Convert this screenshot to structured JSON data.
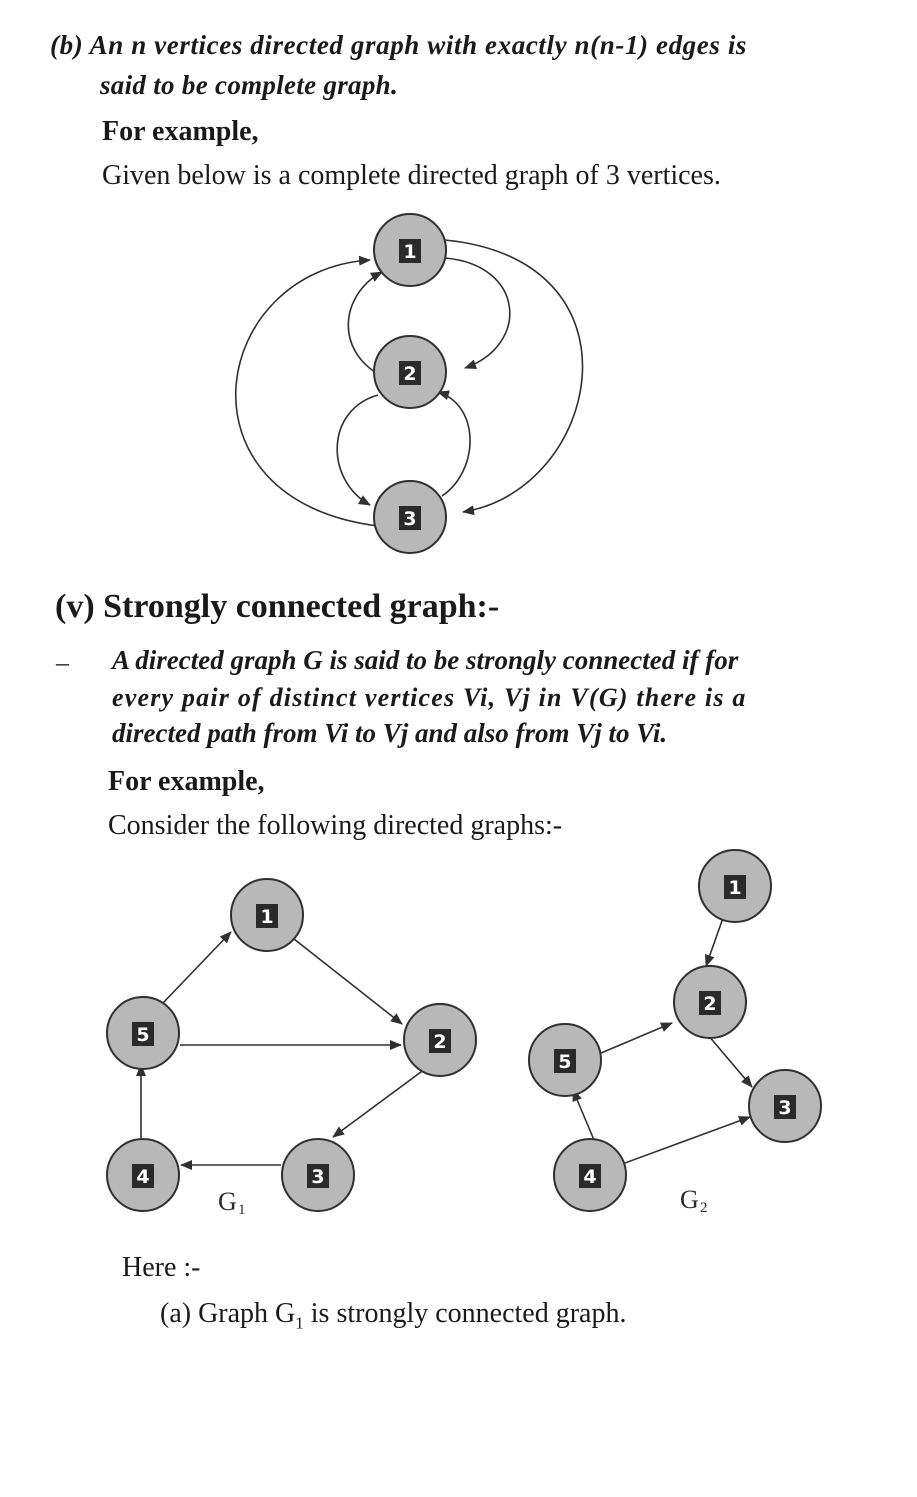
{
  "section_b": {
    "line1": "(b) An n vertices directed graph with exactly n(n-1) edges is",
    "line2": "said to be complete graph.",
    "for_example": "For example,",
    "given": "Given below is a complete directed  graph of 3 vertices."
  },
  "complete_graph": {
    "nodes": [
      {
        "id": "1",
        "label": "1"
      },
      {
        "id": "2",
        "label": "2"
      },
      {
        "id": "3",
        "label": "3"
      }
    ],
    "edges": [
      {
        "from": "1",
        "to": "2"
      },
      {
        "from": "2",
        "to": "1"
      },
      {
        "from": "2",
        "to": "3"
      },
      {
        "from": "3",
        "to": "2"
      },
      {
        "from": "1",
        "to": "3"
      },
      {
        "from": "3",
        "to": "1"
      }
    ]
  },
  "section_v": {
    "title": "(v) Strongly connected graph:-",
    "dash": "–",
    "def_line1": "A directed graph G is said to be strongly connected if for",
    "def_line2": "every pair of distinct vertices Vi, Vj in V(G) there is a",
    "def_line3": "directed path from Vi to Vj and also from Vj to Vi.",
    "for_example": "For example,",
    "consider": "Consider the following directed graphs:-"
  },
  "graph_g1": {
    "label": "G",
    "label_sub": "1",
    "nodes": [
      {
        "id": "1",
        "label": "1"
      },
      {
        "id": "2",
        "label": "2"
      },
      {
        "id": "3",
        "label": "3"
      },
      {
        "id": "4",
        "label": "4"
      },
      {
        "id": "5",
        "label": "5"
      }
    ],
    "edges": [
      {
        "from": "5",
        "to": "1"
      },
      {
        "from": "1",
        "to": "2"
      },
      {
        "from": "5",
        "to": "2"
      },
      {
        "from": "2",
        "to": "3"
      },
      {
        "from": "3",
        "to": "4"
      },
      {
        "from": "4",
        "to": "5"
      }
    ]
  },
  "graph_g2": {
    "label": "G",
    "label_sub": "2",
    "nodes": [
      {
        "id": "1",
        "label": "1"
      },
      {
        "id": "2",
        "label": "2"
      },
      {
        "id": "3",
        "label": "3"
      },
      {
        "id": "4",
        "label": "4"
      },
      {
        "id": "5",
        "label": "5"
      }
    ],
    "edges": [
      {
        "from": "1",
        "to": "2"
      },
      {
        "from": "2",
        "to": "3"
      },
      {
        "from": "5",
        "to": "2"
      },
      {
        "from": "4",
        "to": "5"
      },
      {
        "from": "4",
        "to": "3"
      }
    ]
  },
  "here": {
    "text": "Here :-",
    "point_a_prefix": "(a)  Graph G",
    "point_a_sub": "1",
    "point_a_suffix": " is strongly connected graph."
  }
}
